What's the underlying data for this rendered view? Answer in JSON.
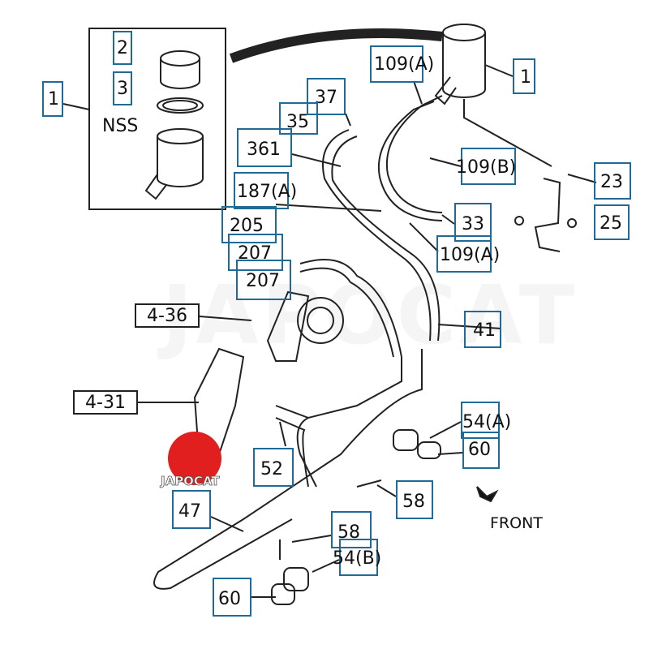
{
  "diagram": {
    "watermark": "JAPOCAT",
    "logo_text": "JAPOCAT",
    "callout_color": "#1f6a96",
    "callouts": [
      "1",
      "2",
      "3",
      "NSS",
      "109(A)",
      "1",
      "37",
      "35",
      "361",
      "109(B)",
      "23",
      "187(A)",
      "205",
      "33",
      "25",
      "207",
      "109(A)",
      "207",
      "4-36",
      "41",
      "4-31",
      "54(A)",
      "60",
      "52",
      "58",
      "47",
      "58",
      "54(B)",
      "60",
      "FRONT"
    ]
  }
}
